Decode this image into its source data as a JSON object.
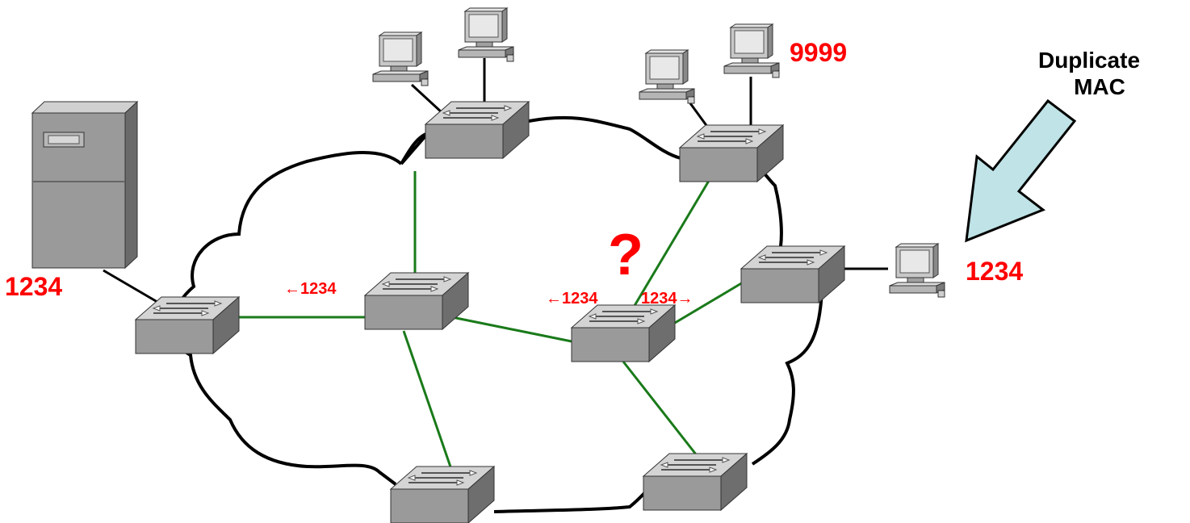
{
  "labels": {
    "server_mac": "1234",
    "top_host_mac": "9999",
    "right_host_mac": "1234",
    "duplicate_title_line1": "Duplicate",
    "duplicate_title_line2": "MAC",
    "question": "?",
    "left_switch_arrow": "←1234",
    "center_left_arrow": "←1234",
    "center_right_arrow": "1234→"
  },
  "colors": {
    "mac_label": "#ff0000",
    "link": "#1a7a1a",
    "cloud": "#000000",
    "arrow_fill": "#bfe3e6"
  }
}
